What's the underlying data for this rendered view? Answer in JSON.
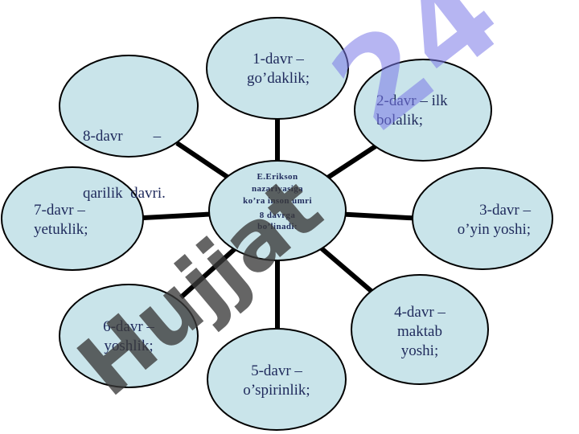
{
  "diagram": {
    "center": {
      "lines": [
        "E.Erikson",
        "nazariyasiga",
        "ko’ra inson umri",
        "8 davrga",
        "bo’linadi:"
      ]
    },
    "nodes": [
      {
        "id": 1,
        "lines": [
          "1-davr –",
          "go’daklik;"
        ]
      },
      {
        "id": 2,
        "lines": [
          "2-davr – ilk",
          "bolalik;"
        ]
      },
      {
        "id": 3,
        "lines": [
          "3-davr –",
          "o’yin yoshi;"
        ]
      },
      {
        "id": 4,
        "lines": [
          "4-davr –",
          "maktab",
          "yoshi;"
        ]
      },
      {
        "id": 5,
        "lines": [
          "5-davr –",
          "o’spirinlik;"
        ]
      },
      {
        "id": 6,
        "lines": [
          "6-davr –",
          "yoshlik;"
        ]
      },
      {
        "id": 7,
        "lines": [
          "7-davr –",
          "yetuklik;"
        ]
      },
      {
        "id": 8,
        "lines": [
          "8-davr        –",
          "qarilik  davri."
        ]
      }
    ]
  },
  "colors": {
    "bubble_fill": "#c9e4ea",
    "outline": "#000000",
    "text": "#1f2a5c",
    "watermark_primary": "#7b79e8",
    "watermark_secondary": "#3a3a3a"
  },
  "watermark": {
    "text_primary": "24",
    "text_secondary": "Hujjat"
  }
}
